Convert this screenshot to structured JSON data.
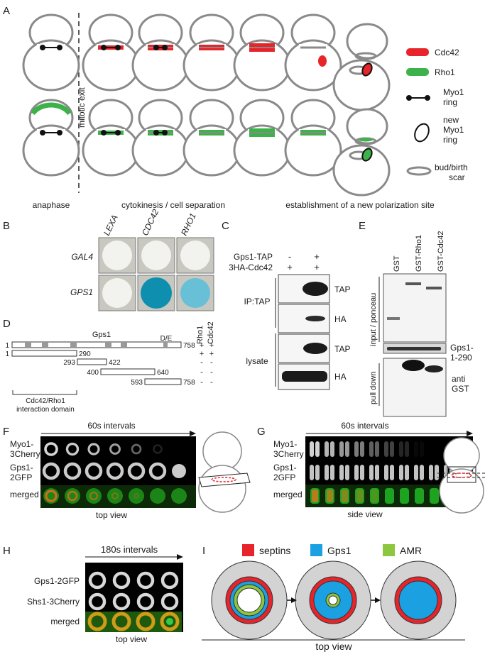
{
  "panels": {
    "A": {
      "letter": "A",
      "mitotic_exit": "mitotic exit",
      "anaphase": "anaphase",
      "cytokinesis": "cytokinesis / cell separation",
      "establishment": "establishment of a new polarization site",
      "legend": {
        "cdc42": "Cdc42",
        "rho1": "Rho1",
        "myo1_a": "Myo1",
        "myo1_b": "ring",
        "newmyo_a": "new",
        "newmyo_b": "Myo1",
        "newmyo_c": "ring",
        "scar_a": "bud/birth",
        "scar_b": "scar"
      },
      "colors": {
        "cdc42": "#e8242b",
        "rho1": "#3db24a",
        "outline": "#8a8a8a"
      }
    },
    "B": {
      "letter": "B",
      "columns": [
        "LEXA",
        "CDC42",
        "RHO1"
      ],
      "rows": [
        "GAL4",
        "GPS1"
      ]
    },
    "C": {
      "letter": "C",
      "row1": "Gps1-TAP",
      "row2": "3HA-Cdc42",
      "signs_row1": [
        "-",
        "+"
      ],
      "signs_row2": [
        "+",
        "+"
      ],
      "ip": "IP:TAP",
      "lysate": "lysate",
      "bands": [
        "TAP",
        "HA",
        "TAP",
        "HA"
      ]
    },
    "D": {
      "letter": "D",
      "protein": "Gps1",
      "de": "D/E",
      "col1": "Rho1",
      "col2": "Cdc42",
      "fragments": [
        {
          "start": "1",
          "end": "758",
          "rho1": "+",
          "cdc42": "+"
        },
        {
          "start": "1",
          "end": "290",
          "rho1": "+",
          "cdc42": "+"
        },
        {
          "start": "293",
          "end": "422",
          "rho1": "-",
          "cdc42": "-"
        },
        {
          "start": "400",
          "end": "640",
          "rho1": "-",
          "cdc42": "-"
        },
        {
          "start": "593",
          "end": "758",
          "rho1": "-",
          "cdc42": "-"
        }
      ],
      "domain_a": "Cdc42/Rho1",
      "domain_b": "interaction domain"
    },
    "E": {
      "letter": "E",
      "lanes": [
        "GST",
        "GST-Rho1",
        "GST-Cdc42"
      ],
      "input": "input / ponceau",
      "gps_a": "Gps1-",
      "gps_b": "1-290",
      "pulldown": "pull down",
      "anti_a": "anti",
      "anti_b": "GST"
    },
    "F": {
      "letter": "F",
      "interval": "60s intervals",
      "rows": [
        "Myo1-",
        "3Cherry",
        "Gps1-",
        "2GFP",
        "merged"
      ],
      "view": "top view"
    },
    "G": {
      "letter": "G",
      "interval": "60s intervals",
      "rows": [
        "Myo1-",
        "3Cherry",
        "Gps1-",
        "2GFP",
        "merged"
      ],
      "view": "side view"
    },
    "H": {
      "letter": "H",
      "interval": "180s intervals",
      "rows": [
        "Gps1-2GFP",
        "Shs1-3Cherry",
        "merged"
      ],
      "view": "top view"
    },
    "I": {
      "letter": "I",
      "legend": [
        "septins",
        "Gps1",
        "AMR"
      ],
      "colors": {
        "septins": "#e8242b",
        "gps1": "#1ba1e2",
        "amr": "#8dc63f",
        "cell": "#d3d3d3"
      },
      "view": "top view"
    }
  }
}
